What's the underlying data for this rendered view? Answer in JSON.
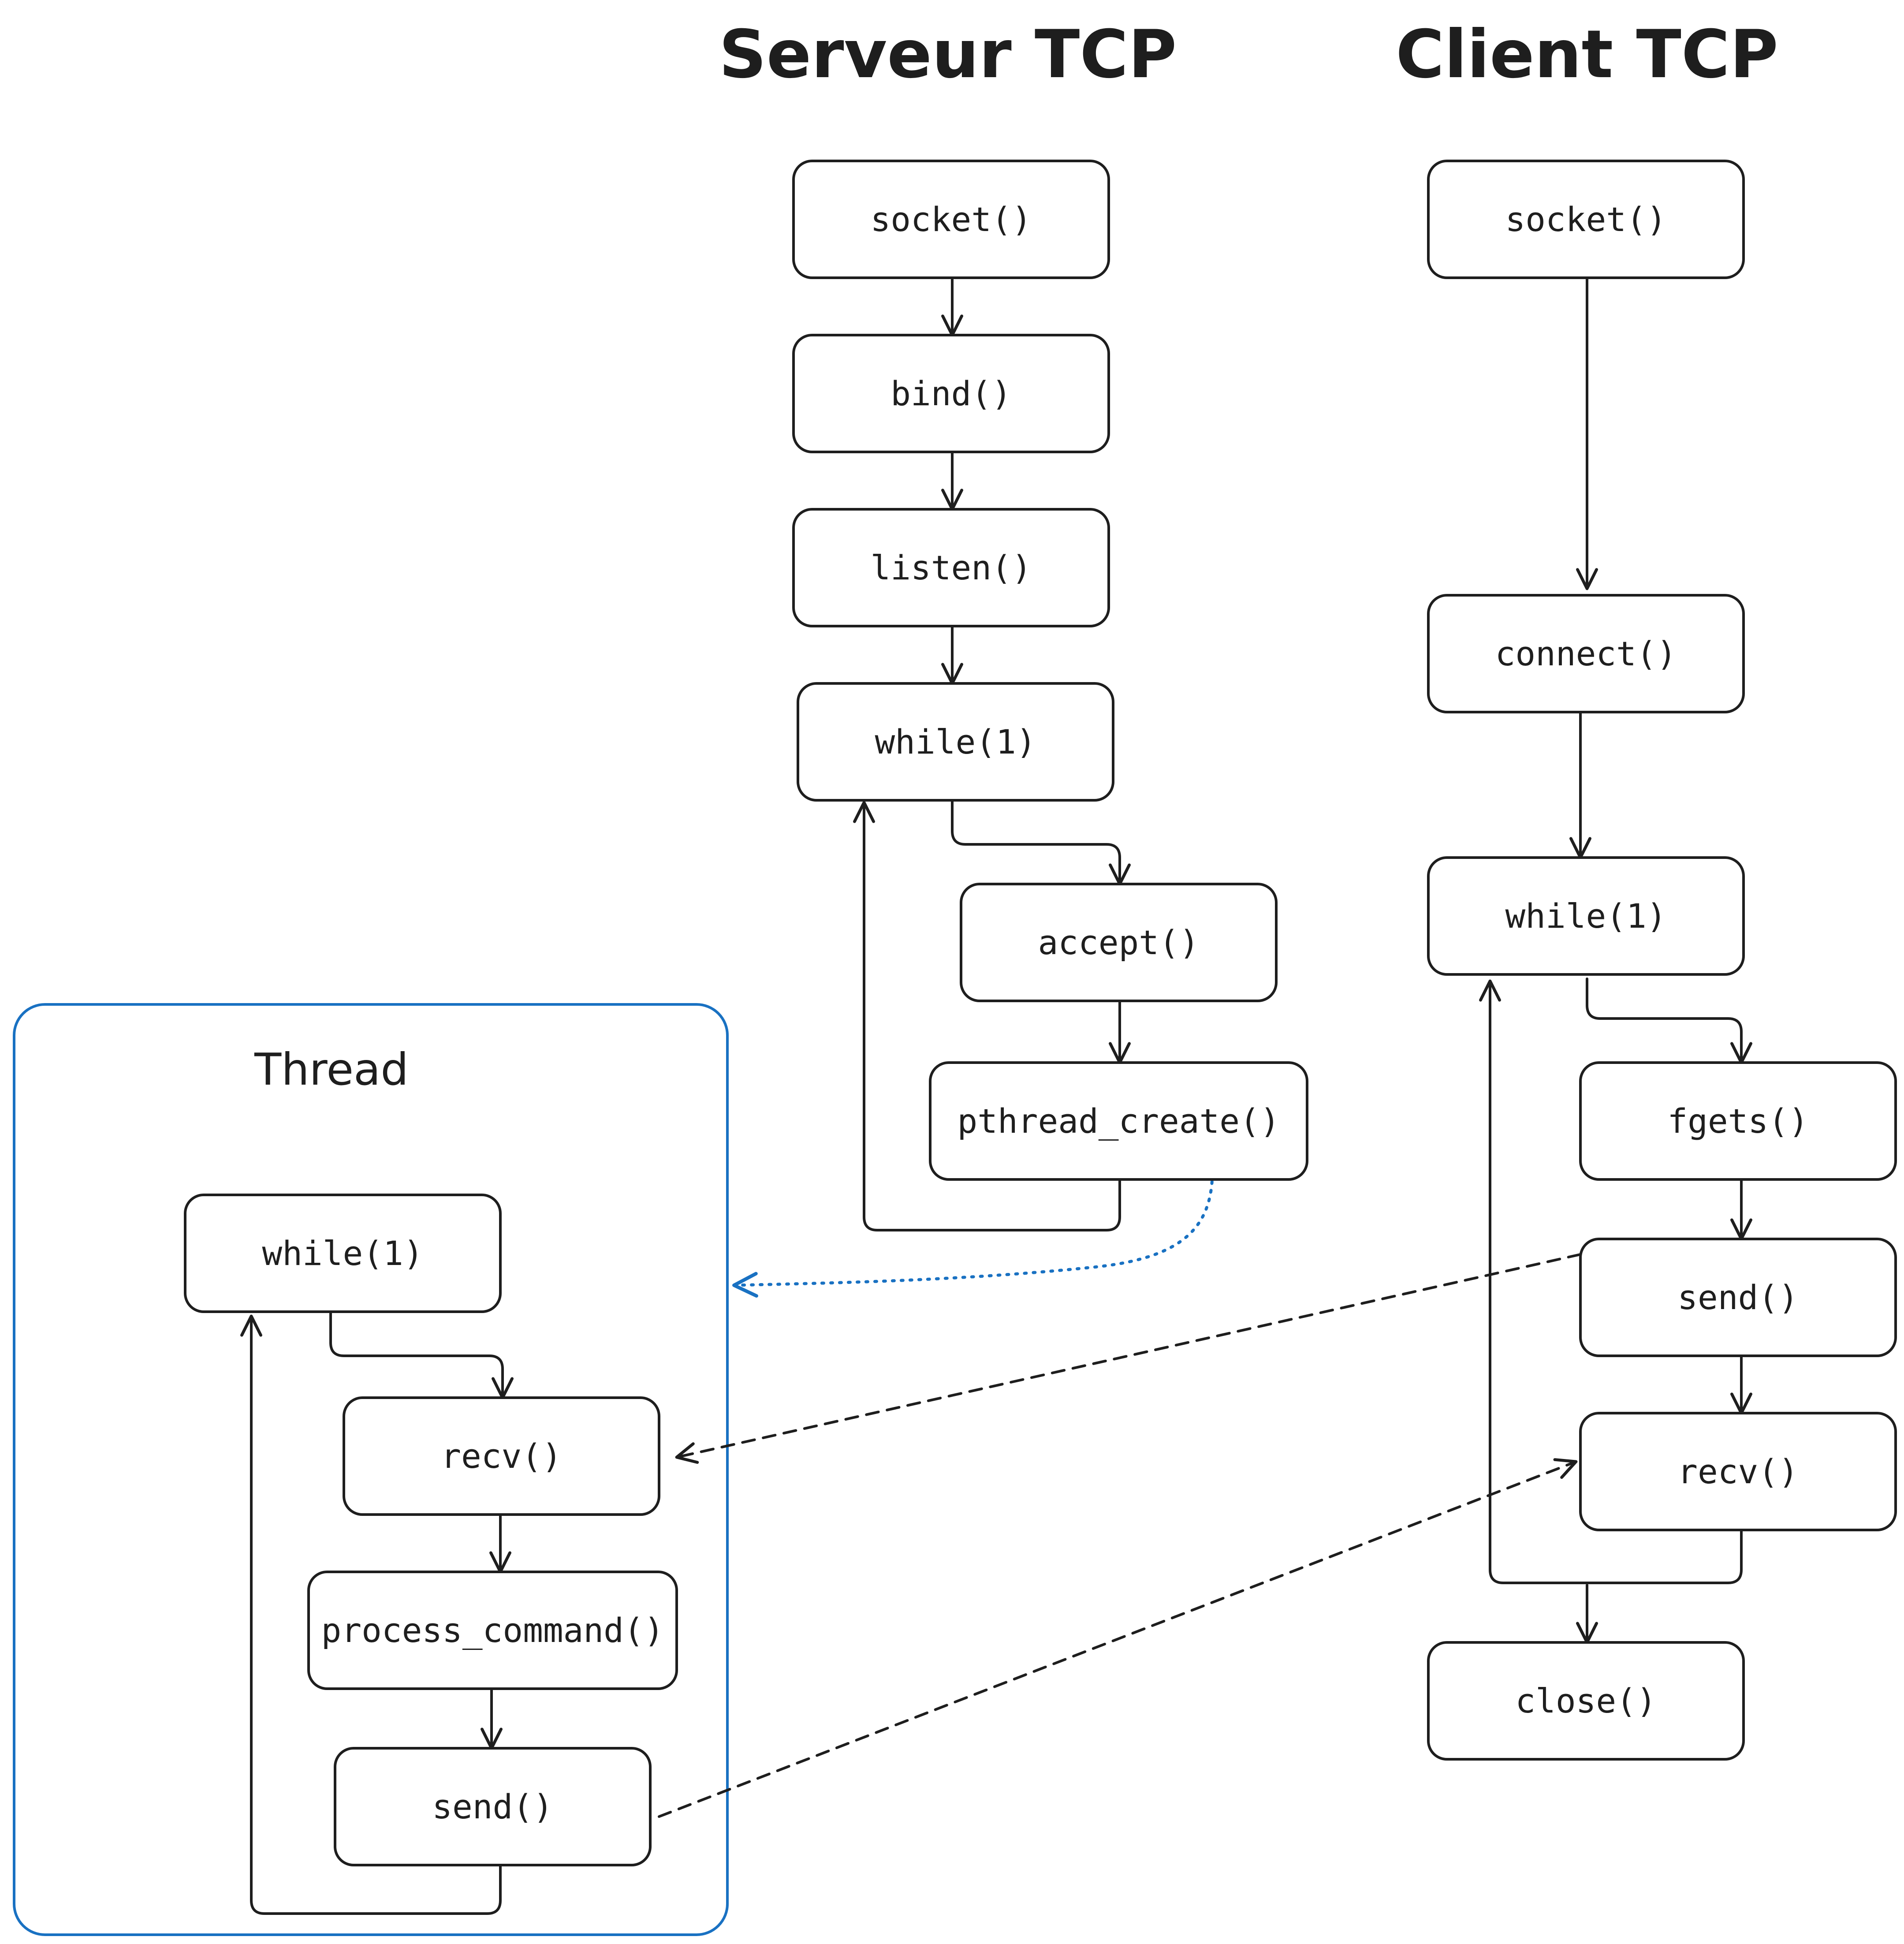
{
  "titles": {
    "server": "Serveur TCP",
    "client": "Client TCP"
  },
  "thread_group": {
    "label": "Thread"
  },
  "nodes": {
    "srv_socket": "socket()",
    "srv_bind": "bind()",
    "srv_listen": "listen()",
    "srv_while": "while(1)",
    "srv_accept": "accept()",
    "srv_pthread": "pthread_create()",
    "cli_socket": "socket()",
    "cli_connect": "connect()",
    "cli_while": "while(1)",
    "cli_fgets": "fgets()",
    "cli_send": "send()",
    "cli_recv": "recv()",
    "cli_close": "close()",
    "thr_while": "while(1)",
    "thr_recv": "recv()",
    "thr_process": "process_command()",
    "thr_send": "send()"
  },
  "colors": {
    "ink": "#1e1e1e",
    "thread_accent": "#1971c2"
  }
}
